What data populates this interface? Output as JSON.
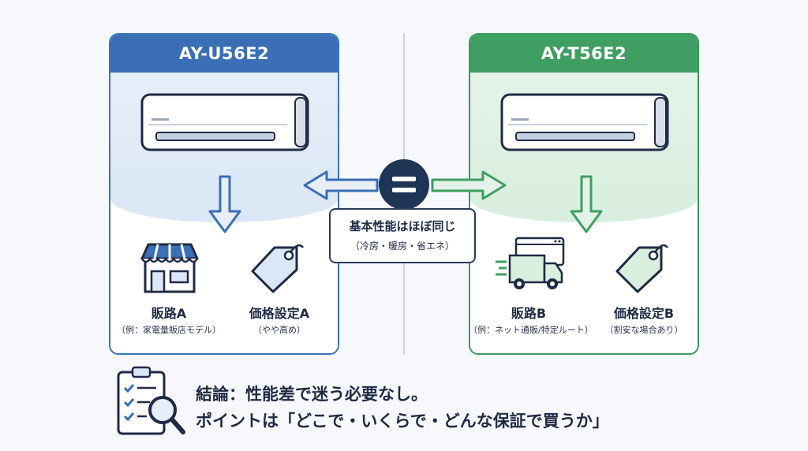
{
  "left": {
    "model": "AY-U56E2",
    "channel_label": "販路A",
    "channel_note": "（例：家電量販店モデル）",
    "price_label": "価格設定A",
    "price_note": "（やや高め）"
  },
  "right": {
    "model": "AY-T56E2",
    "channel_label": "販路B",
    "channel_note": "（例：ネット通販/特定ルート）",
    "price_label": "価格設定B",
    "price_note": "（割安な場合あり）"
  },
  "center": {
    "title": "基本性能はほぼ同じ",
    "subtitle": "（冷房・暖房・省エネ）"
  },
  "conclusion": {
    "line1": "結論：性能差で迷う必要なし。",
    "line2": "ポイントは「どこで・いくらで・どんな保証で買うか」"
  },
  "colors": {
    "blue": "#3a6fb6",
    "green": "#3f9e62",
    "navy": "#1f3556"
  },
  "icons": [
    "air-conditioner-icon",
    "down-arrow-icon",
    "store-icon",
    "price-tag-icon",
    "delivery-truck-icon",
    "equal-icon",
    "checklist-magnifier-icon"
  ]
}
